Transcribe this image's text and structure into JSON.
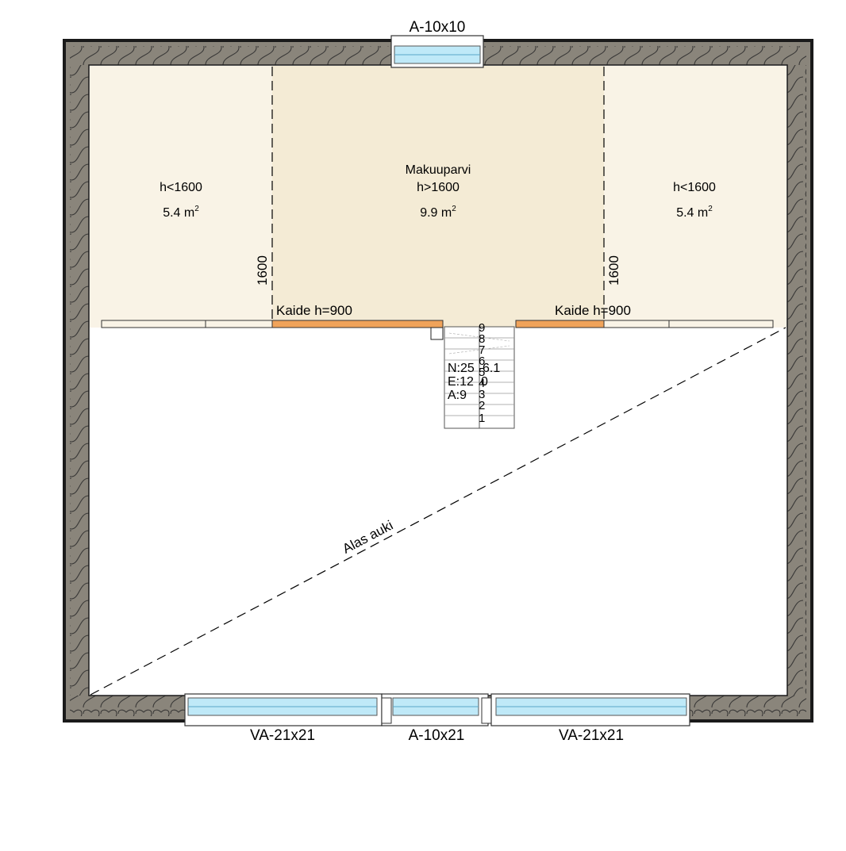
{
  "windows": {
    "top": "A-10x10",
    "bottom_left": "VA-21x21",
    "bottom_center": "A-10x21",
    "bottom_right": "VA-21x21"
  },
  "rooms": {
    "left": {
      "height_note": "h<1600",
      "area": "5.4 m",
      "area_exp": "2"
    },
    "center": {
      "name": "Makuuparvi",
      "height_note": "h>1600",
      "area": "9.9 m",
      "area_exp": "2"
    },
    "right": {
      "height_note": "h<1600",
      "area": "5.4 m",
      "area_exp": "2"
    }
  },
  "dimensions": {
    "left_height": "1600",
    "right_height": "1600"
  },
  "railings": {
    "left": "Kaide h=900",
    "right": "Kaide h=900"
  },
  "stair": {
    "steps": [
      "9",
      "8",
      "7",
      "6",
      "5",
      "4",
      "3",
      "2",
      "1"
    ],
    "n": "N:25",
    "n_suffix": "6.1",
    "e": "E:12",
    "e_suffix": "0",
    "a": "A:9"
  },
  "opening": {
    "label": "Alas auki"
  },
  "colors": {
    "wall": "#8a857b",
    "floor_low": "#f9f3e6",
    "floor_high": "#f4ebd5",
    "glass": "#bfe9f8",
    "railing": "#f0a35a"
  }
}
